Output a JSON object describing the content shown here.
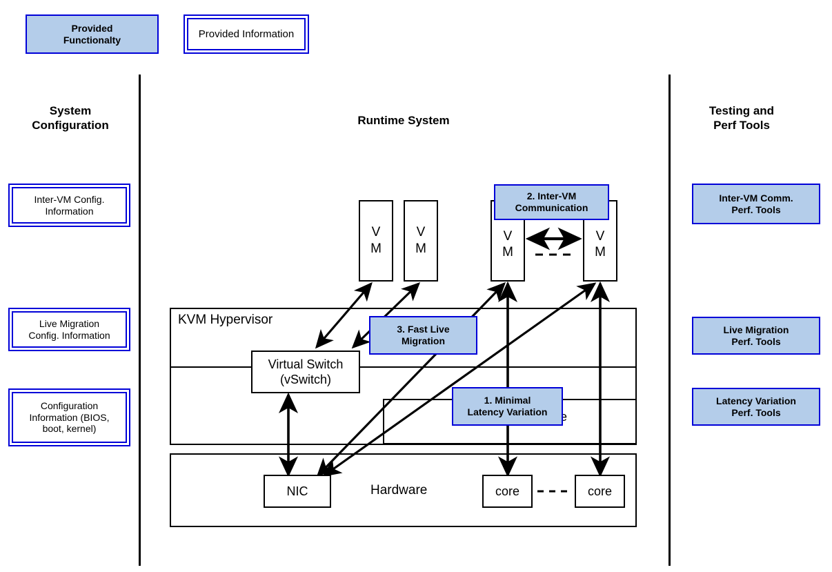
{
  "legend": {
    "functionality": {
      "label": "Provided\nFunctionalty",
      "line1": "Provided",
      "line2": "Functionalty",
      "color": "#b4cdea"
    },
    "information": {
      "label": "Provided Information",
      "color": "#ffffff"
    }
  },
  "columns": {
    "left": {
      "title_line1": "System",
      "title_line2": "Configuration",
      "items": [
        {
          "line1": "Inter-VM Config.",
          "line2": "Information"
        },
        {
          "line1": "Live Migration",
          "line2": "Config. Information"
        },
        {
          "line1": "Configuration",
          "line2": "Information (BIOS,",
          "line3": "boot, kernel)"
        }
      ]
    },
    "center": {
      "title": "Runtime System"
    },
    "right": {
      "title_line1": "Testing and",
      "title_line2": "Perf Tools",
      "items": [
        {
          "line1": "Inter-VM Comm.",
          "line2": "Perf. Tools"
        },
        {
          "line1": "Live Migration",
          "line2": "Perf. Tools"
        },
        {
          "line1": "Latency Variation",
          "line2": "Perf. Tools"
        }
      ]
    }
  },
  "runtime": {
    "vms": [
      {
        "line1": "V",
        "line2": "M"
      },
      {
        "line1": "V",
        "line2": "M"
      },
      {
        "line1": "V",
        "line2": "M"
      },
      {
        "line1": "V",
        "line2": "M"
      }
    ],
    "hypervisor_label": "KVM Hypervisor",
    "vswitch": {
      "line1": "Virtual Switch",
      "line2": "(vSwitch)"
    },
    "scheduler_label": "e",
    "hardware_label": "Hardware",
    "nic_label": "NIC",
    "cores": [
      "core",
      "core"
    ]
  },
  "callouts": [
    {
      "id": "inter-vm-communication",
      "line1": "2. Inter-VM",
      "line2": "Communication"
    },
    {
      "id": "fast-live-migration",
      "line1": "3. Fast Live",
      "line2": "Migration"
    },
    {
      "id": "minimal-latency-variation",
      "line1": "1. Minimal",
      "line2": "Latency Variation"
    }
  ],
  "colors": {
    "fill_blue": "#b4cdea",
    "stroke_blue": "#0000d8",
    "stroke_black": "#000000",
    "background": "#ffffff"
  }
}
